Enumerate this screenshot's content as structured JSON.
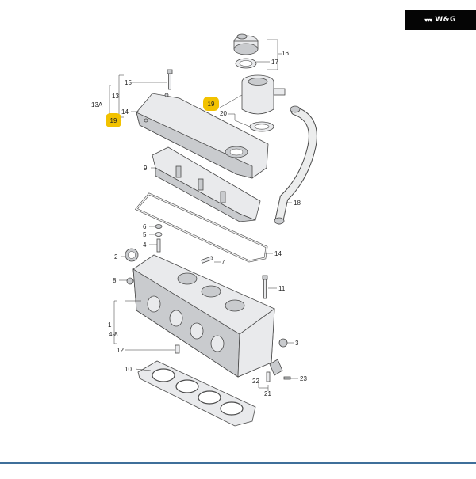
{
  "brand": {
    "text": "W&G",
    "mark": "▾▾▾"
  },
  "highlight_color": "#f2c200",
  "highlights": [
    "19",
    "19"
  ],
  "callouts": {
    "c16": "16",
    "c17": "17",
    "c15": "15",
    "c13A": "13A",
    "c13": "13",
    "c14a": "14",
    "c20": "20",
    "c9": "9",
    "c18": "18",
    "c6": "6",
    "c5": "5",
    "c4": "4",
    "c2": "2",
    "c7": "7",
    "c14b": "14",
    "c8": "8",
    "c11": "11",
    "c1": "1",
    "c48": "4-8",
    "c12": "12",
    "c3": "3",
    "c10": "10",
    "c22": "22",
    "c23": "23",
    "c21": "21"
  }
}
